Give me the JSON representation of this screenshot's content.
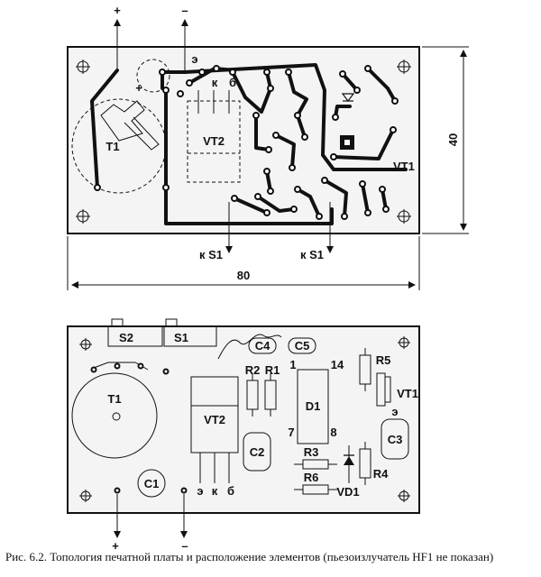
{
  "top_view": {
    "plus": "+",
    "minus": "–",
    "e": "э",
    "k": "к",
    "b": "б",
    "vt2": "VT2",
    "t1": "T1",
    "vt1": "VT1",
    "ks1_left": "к S1",
    "ks1_right": "к S1",
    "dim_width": "80",
    "dim_height": "40"
  },
  "bottom_view": {
    "s2": "S2",
    "s1": "S1",
    "c4": "C4",
    "c5": "C5",
    "r2": "R2",
    "r1": "R1",
    "pin1": "1",
    "pin14": "14",
    "r5": "R5",
    "vt1": "VT1",
    "t1": "T1",
    "vt2": "VT2",
    "d1": "D1",
    "pin7": "7",
    "pin8": "8",
    "c2": "C2",
    "c3": "C3",
    "e_small": "э",
    "r3": "R3",
    "r6": "R6",
    "r4": "R4",
    "vd1": "VD1",
    "c1": "C1",
    "e": "э",
    "k": "к",
    "b": "б",
    "plus": "+",
    "minus": "–"
  },
  "caption": "Рис. 6.2. Топология печатной платы и расположение элементов (пьезоизлучатель HF1 не показан)"
}
